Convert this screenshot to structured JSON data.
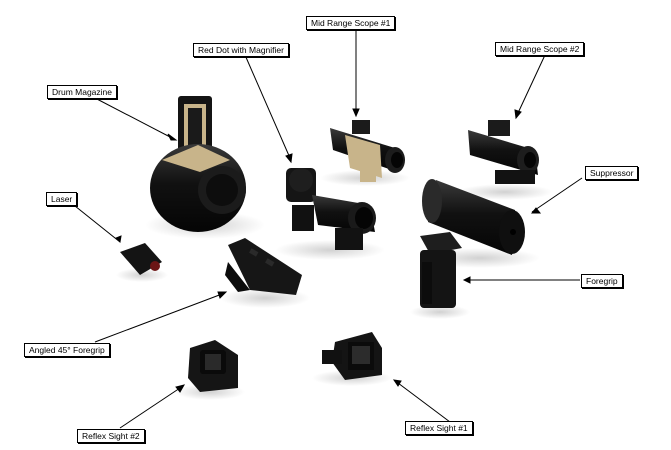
{
  "labels": {
    "mid_range_scope_1": "Mid Range Scope #1",
    "red_dot_with_magnifier": "Red Dot with Magnifier",
    "mid_range_scope_2": "Mid Range Scope #2",
    "drum_magazine": "Drum Magazine",
    "suppressor": "Suppressor",
    "laser": "Laser",
    "foregrip": "Foregrip",
    "angled_45_foregrip": "Angled 45° Foregrip",
    "reflex_sight_1": "Reflex Sight #1",
    "reflex_sight_2": "Reflex Sight #2"
  },
  "colors": {
    "part_black": "#111111",
    "part_tan": "#c8b48a",
    "background": "#ffffff",
    "leader_line": "#000000"
  }
}
